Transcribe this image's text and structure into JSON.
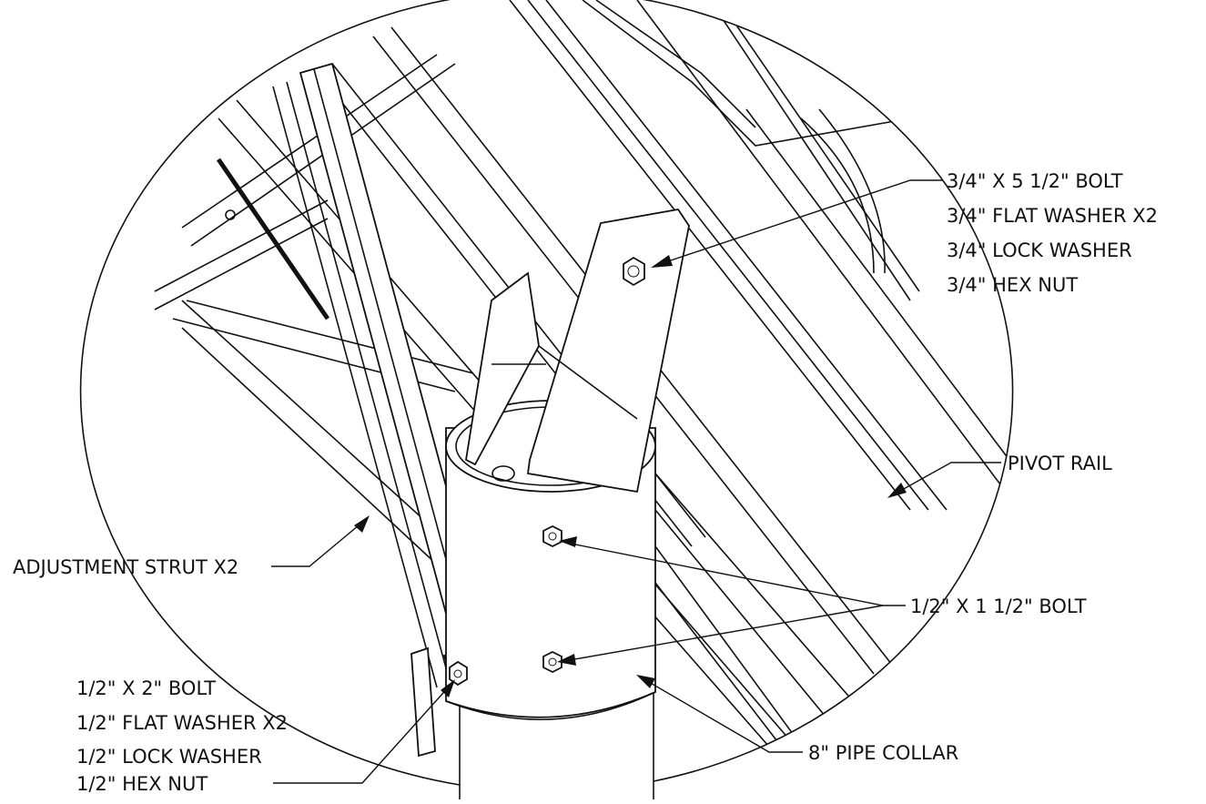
{
  "callouts": {
    "bolt_top": {
      "lines": [
        "3/4\" X 5 1/2\" BOLT",
        "3/4\" FLAT WASHER X2",
        "3/4\" LOCK WASHER",
        "3/4\" HEX NUT"
      ]
    },
    "pivot_rail": {
      "label": "PIVOT RAIL"
    },
    "adjustment_strut": {
      "label": "ADJUSTMENT STRUT X2"
    },
    "bolt_collar": {
      "label": "1/2\" X 1 1/2\" BOLT"
    },
    "bolt_strut": {
      "lines": [
        "1/2\" X 2\" BOLT",
        "1/2\" FLAT WASHER X2",
        "1/2\" LOCK WASHER",
        "1/2\" HEX NUT"
      ]
    },
    "pipe_collar": {
      "label": "8\" PIPE COLLAR"
    }
  },
  "colors": {
    "ink": "#111111",
    "paper": "#ffffff"
  }
}
